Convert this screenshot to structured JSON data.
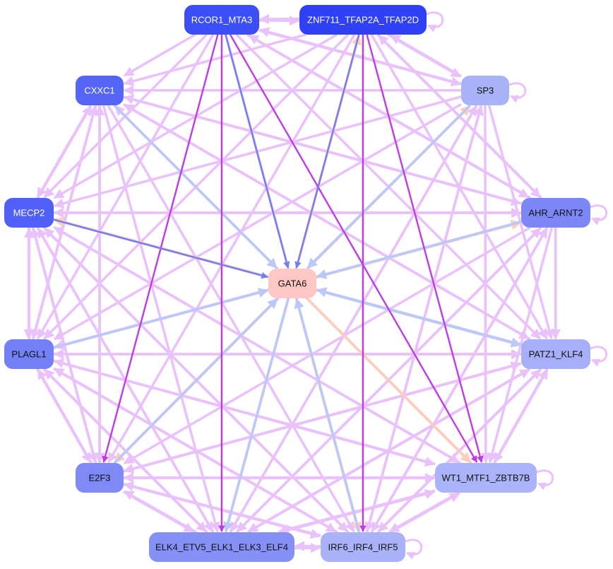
{
  "nodes": [
    {
      "id": "rcor1",
      "label": "RCOR1_MTA3",
      "fill": "#3c4ef5",
      "text": "#ffffff"
    },
    {
      "id": "znf711",
      "label": "ZNF711_TFAP2A_TFAP2D",
      "fill": "#3040f5",
      "text": "#ffffff"
    },
    {
      "id": "cxxc1",
      "label": "CXXC1",
      "fill": "#5565f7",
      "text": "#ffffff"
    },
    {
      "id": "sp3",
      "label": "SP3",
      "fill": "#a9b3f8",
      "text": "#111111"
    },
    {
      "id": "mecp2",
      "label": "MECP2",
      "fill": "#5060f6",
      "text": "#ffffff"
    },
    {
      "id": "ahr",
      "label": "AHR_ARNT2",
      "fill": "#7d88f6",
      "text": "#111111"
    },
    {
      "id": "gata6",
      "label": "GATA6",
      "fill": "#ffc8c4",
      "text": "#111111"
    },
    {
      "id": "plagl1",
      "label": "PLAGL1",
      "fill": "#7480f5",
      "text": "#111111"
    },
    {
      "id": "patz1",
      "label": "PATZ1_KLF4",
      "fill": "#a6aff8",
      "text": "#111111"
    },
    {
      "id": "e2f3",
      "label": "E2F3",
      "fill": "#7f8af6",
      "text": "#111111"
    },
    {
      "id": "wt1",
      "label": "WT1_MTF1_ZBTB7B",
      "fill": "#abb4f8",
      "text": "#111111"
    },
    {
      "id": "elk4",
      "label": "ELK4_ETV5_ELK1_ELK3_ELF4",
      "fill": "#8591f6",
      "text": "#111111"
    },
    {
      "id": "irf6",
      "label": "IRF6_IRF4_IRF5",
      "fill": "#abb3f8",
      "text": "#111111"
    }
  ],
  "edge_colors": {
    "light": "#e9c2fb",
    "strong": "#c13ae8",
    "blue": "#6f7ef0",
    "lightblue": "#bcc8f8",
    "peach": "#ffcdb8"
  },
  "edges": [
    [
      "rcor1",
      "znf711",
      "light"
    ],
    [
      "znf711",
      "rcor1",
      "light"
    ],
    [
      "rcor1",
      "cxxc1",
      "light"
    ],
    [
      "rcor1",
      "mecp2",
      "light"
    ],
    [
      "rcor1",
      "plagl1",
      "light"
    ],
    [
      "rcor1",
      "e2f3",
      "strong"
    ],
    [
      "rcor1",
      "elk4",
      "strong"
    ],
    [
      "rcor1",
      "irf6",
      "light"
    ],
    [
      "rcor1",
      "wt1",
      "strong"
    ],
    [
      "rcor1",
      "patz1",
      "light"
    ],
    [
      "rcor1",
      "ahr",
      "light"
    ],
    [
      "rcor1",
      "sp3",
      "light"
    ],
    [
      "rcor1",
      "gata6",
      "blue"
    ],
    [
      "znf711",
      "cxxc1",
      "light"
    ],
    [
      "znf711",
      "mecp2",
      "light"
    ],
    [
      "znf711",
      "plagl1",
      "light"
    ],
    [
      "znf711",
      "e2f3",
      "light"
    ],
    [
      "znf711",
      "elk4",
      "light"
    ],
    [
      "znf711",
      "irf6",
      "strong"
    ],
    [
      "znf711",
      "wt1",
      "strong"
    ],
    [
      "znf711",
      "patz1",
      "light"
    ],
    [
      "znf711",
      "ahr",
      "light"
    ],
    [
      "znf711",
      "gata6",
      "blue"
    ],
    [
      "znf711",
      "sp3",
      "light"
    ],
    [
      "sp3",
      "cxxc1",
      "light"
    ],
    [
      "sp3",
      "rcor1",
      "light"
    ],
    [
      "sp3",
      "mecp2",
      "light"
    ],
    [
      "sp3",
      "plagl1",
      "light"
    ],
    [
      "sp3",
      "e2f3",
      "light"
    ],
    [
      "sp3",
      "elk4",
      "light"
    ],
    [
      "sp3",
      "irf6",
      "light"
    ],
    [
      "sp3",
      "wt1",
      "light"
    ],
    [
      "sp3",
      "patz1",
      "light"
    ],
    [
      "sp3",
      "gata6",
      "lightblue"
    ],
    [
      "sp3",
      "znf711",
      "light"
    ],
    [
      "cxxc1",
      "mecp2",
      "light"
    ],
    [
      "cxxc1",
      "plagl1",
      "light"
    ],
    [
      "cxxc1",
      "e2f3",
      "light"
    ],
    [
      "cxxc1",
      "elk4",
      "light"
    ],
    [
      "cxxc1",
      "irf6",
      "light"
    ],
    [
      "cxxc1",
      "wt1",
      "light"
    ],
    [
      "cxxc1",
      "patz1",
      "light"
    ],
    [
      "cxxc1",
      "ahr",
      "light"
    ],
    [
      "cxxc1",
      "gata6",
      "lightblue"
    ],
    [
      "ahr",
      "cxxc1",
      "light"
    ],
    [
      "ahr",
      "mecp2",
      "light"
    ],
    [
      "ahr",
      "plagl1",
      "light"
    ],
    [
      "ahr",
      "e2f3",
      "light"
    ],
    [
      "ahr",
      "elk4",
      "light"
    ],
    [
      "ahr",
      "irf6",
      "light"
    ],
    [
      "ahr",
      "wt1",
      "light"
    ],
    [
      "ahr",
      "patz1",
      "light"
    ],
    [
      "ahr",
      "gata6",
      "lightblue"
    ],
    [
      "ahr",
      "rcor1",
      "light"
    ],
    [
      "ahr",
      "znf711",
      "light"
    ],
    [
      "mecp2",
      "plagl1",
      "light"
    ],
    [
      "mecp2",
      "e2f3",
      "light"
    ],
    [
      "mecp2",
      "elk4",
      "light"
    ],
    [
      "mecp2",
      "irf6",
      "light"
    ],
    [
      "mecp2",
      "wt1",
      "light"
    ],
    [
      "mecp2",
      "patz1",
      "light"
    ],
    [
      "mecp2",
      "ahr",
      "light"
    ],
    [
      "mecp2",
      "gata6",
      "blue"
    ],
    [
      "mecp2",
      "cxxc1",
      "light"
    ],
    [
      "plagl1",
      "e2f3",
      "light"
    ],
    [
      "plagl1",
      "elk4",
      "light"
    ],
    [
      "plagl1",
      "irf6",
      "light"
    ],
    [
      "plagl1",
      "wt1",
      "light"
    ],
    [
      "plagl1",
      "patz1",
      "light"
    ],
    [
      "plagl1",
      "gata6",
      "lightblue"
    ],
    [
      "plagl1",
      "mecp2",
      "light"
    ],
    [
      "plagl1",
      "cxxc1",
      "light"
    ],
    [
      "plagl1",
      "ahr",
      "light"
    ],
    [
      "patz1",
      "plagl1",
      "light"
    ],
    [
      "patz1",
      "e2f3",
      "light"
    ],
    [
      "patz1",
      "elk4",
      "light"
    ],
    [
      "patz1",
      "irf6",
      "light"
    ],
    [
      "patz1",
      "wt1",
      "light"
    ],
    [
      "patz1",
      "gata6",
      "lightblue"
    ],
    [
      "patz1",
      "mecp2",
      "light"
    ],
    [
      "patz1",
      "cxxc1",
      "light"
    ],
    [
      "e2f3",
      "elk4",
      "light"
    ],
    [
      "e2f3",
      "irf6",
      "light"
    ],
    [
      "e2f3",
      "wt1",
      "light"
    ],
    [
      "e2f3",
      "gata6",
      "lightblue"
    ],
    [
      "e2f3",
      "plagl1",
      "light"
    ],
    [
      "e2f3",
      "mecp2",
      "light"
    ],
    [
      "e2f3",
      "cxxc1",
      "light"
    ],
    [
      "e2f3",
      "patz1",
      "light"
    ],
    [
      "wt1",
      "e2f3",
      "light"
    ],
    [
      "wt1",
      "elk4",
      "light"
    ],
    [
      "wt1",
      "irf6",
      "light"
    ],
    [
      "wt1",
      "plagl1",
      "light"
    ],
    [
      "wt1",
      "patz1",
      "light"
    ],
    [
      "wt1",
      "mecp2",
      "light"
    ],
    [
      "wt1",
      "cxxc1",
      "light"
    ],
    [
      "elk4",
      "irf6",
      "light"
    ],
    [
      "elk4",
      "wt1",
      "light"
    ],
    [
      "elk4",
      "patz1",
      "light"
    ],
    [
      "elk4",
      "plagl1",
      "light"
    ],
    [
      "elk4",
      "e2f3",
      "light"
    ],
    [
      "elk4",
      "mecp2",
      "light"
    ],
    [
      "elk4",
      "ahr",
      "light"
    ],
    [
      "elk4",
      "sp3",
      "light"
    ],
    [
      "irf6",
      "elk4",
      "light"
    ],
    [
      "irf6",
      "wt1",
      "light"
    ],
    [
      "irf6",
      "patz1",
      "light"
    ],
    [
      "irf6",
      "e2f3",
      "light"
    ],
    [
      "irf6",
      "plagl1",
      "light"
    ],
    [
      "irf6",
      "gata6",
      "lightblue"
    ],
    [
      "irf6",
      "ahr",
      "light"
    ],
    [
      "irf6",
      "sp3",
      "light"
    ],
    [
      "irf6",
      "mecp2",
      "light"
    ],
    [
      "gata6",
      "e2f3",
      "peach"
    ],
    [
      "gata6",
      "irf6",
      "peach"
    ],
    [
      "gata6",
      "wt1",
      "peach"
    ],
    [
      "gata6",
      "mecp2",
      "peach"
    ],
    [
      "gata6",
      "ahr",
      "peach"
    ],
    [
      "gata6",
      "sp3",
      "peach"
    ],
    [
      "gata6",
      "znf711",
      "peach"
    ],
    [
      "gata6",
      "patz1",
      "lightblue"
    ],
    [
      "gata6",
      "elk4",
      "lightblue"
    ]
  ],
  "self_loops": [
    [
      "znf711",
      "light"
    ],
    [
      "sp3",
      "light"
    ],
    [
      "ahr",
      "light"
    ],
    [
      "patz1",
      "light"
    ],
    [
      "wt1",
      "light"
    ],
    [
      "irf6",
      "light"
    ]
  ]
}
